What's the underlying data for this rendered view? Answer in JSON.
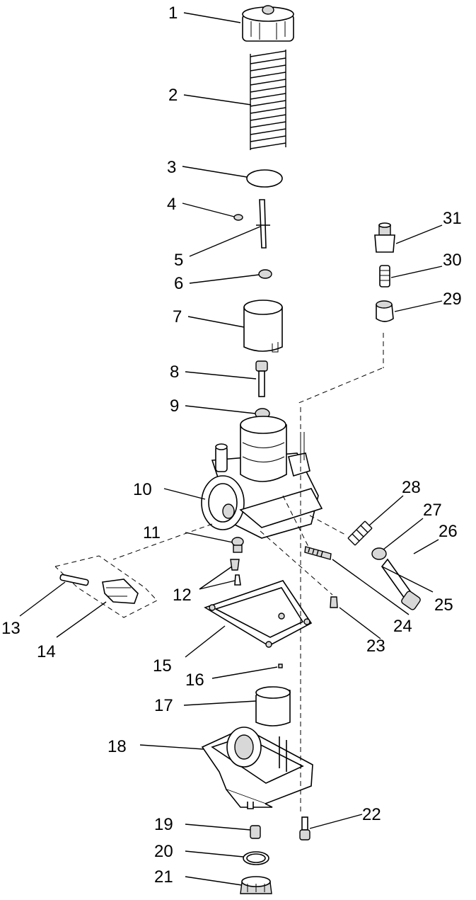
{
  "callouts": [
    {
      "id": "1",
      "part": "top-cap"
    },
    {
      "id": "2",
      "part": "spring"
    },
    {
      "id": "3",
      "part": "spring-seat"
    },
    {
      "id": "4",
      "part": "clip"
    },
    {
      "id": "5",
      "part": "jet-needle"
    },
    {
      "id": "6",
      "part": "washer"
    },
    {
      "id": "7",
      "part": "throttle-valve"
    },
    {
      "id": "8",
      "part": "screw"
    },
    {
      "id": "9",
      "part": "o-ring"
    },
    {
      "id": "10",
      "part": "carburetor-body"
    },
    {
      "id": "11",
      "part": "needle-jet"
    },
    {
      "id": "12",
      "part": "float-valve"
    },
    {
      "id": "13",
      "part": "float-pin"
    },
    {
      "id": "14",
      "part": "float-arm"
    },
    {
      "id": "15",
      "part": "gasket"
    },
    {
      "id": "16",
      "part": "small-screw"
    },
    {
      "id": "17",
      "part": "float"
    },
    {
      "id": "18",
      "part": "float-bowl"
    },
    {
      "id": "19",
      "part": "main-jet"
    },
    {
      "id": "20",
      "part": "bowl-o-ring"
    },
    {
      "id": "21",
      "part": "drain-plug"
    },
    {
      "id": "22",
      "part": "bowl-screw"
    },
    {
      "id": "23",
      "part": "pilot-jet"
    },
    {
      "id": "24",
      "part": "pilot-screw"
    },
    {
      "id": "25",
      "part": "pilot-spring"
    },
    {
      "id": "26",
      "part": "idle-screw"
    },
    {
      "id": "27",
      "part": "idle-washer"
    },
    {
      "id": "28",
      "part": "idle-spring"
    },
    {
      "id": "29",
      "part": "starter-plunger"
    },
    {
      "id": "30",
      "part": "starter-spring"
    },
    {
      "id": "31",
      "part": "starter-nut"
    }
  ]
}
